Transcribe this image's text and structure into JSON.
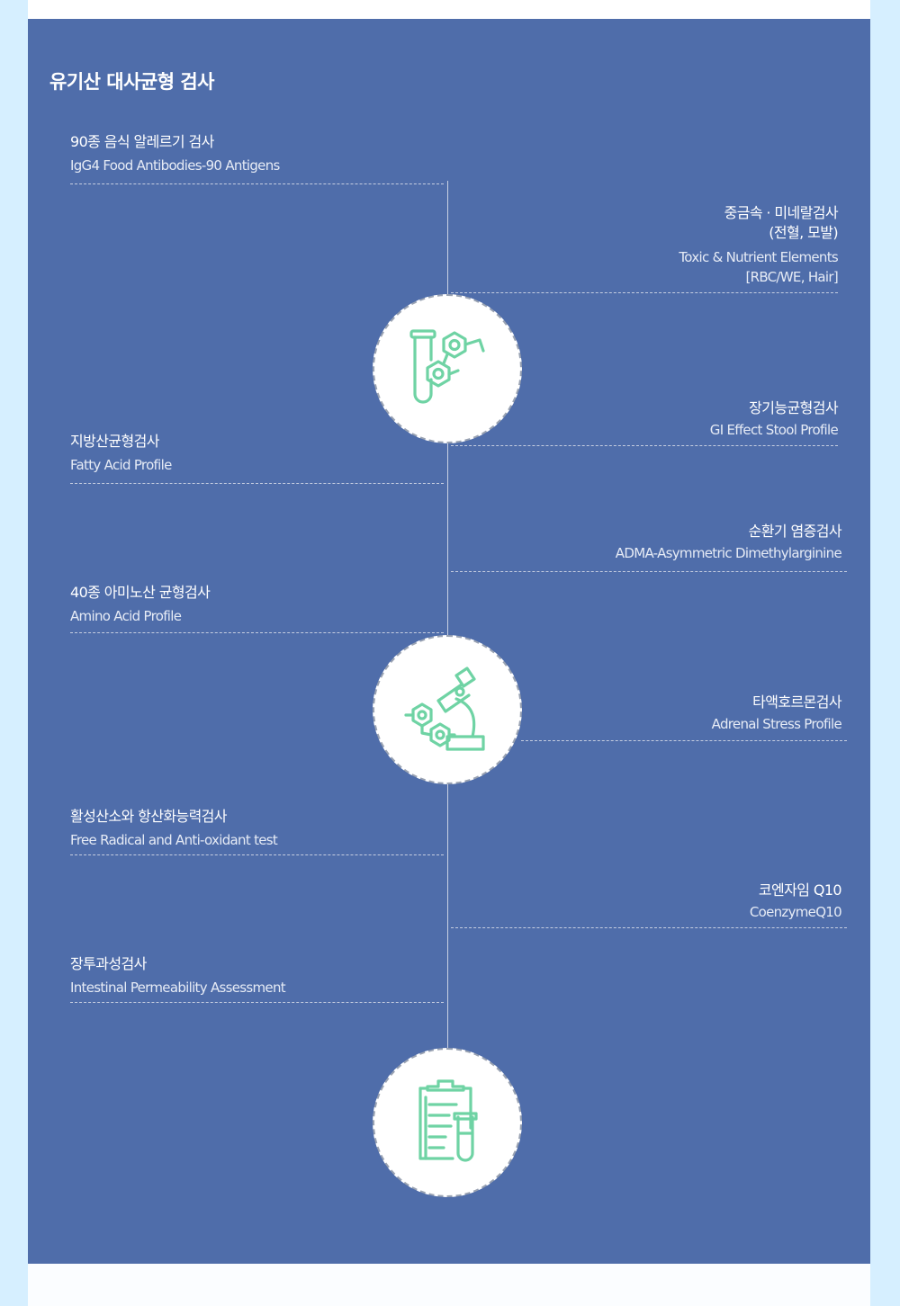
{
  "section_title": "유기산 대사균형 검사",
  "tests_left": [
    {
      "ko": "90종 음식 알레르기 검사",
      "en": "IgG4 Food Antibodies-90 Antigens"
    },
    {
      "ko": "지방산균형검사",
      "en": "Fatty Acid Profile"
    },
    {
      "ko": "40종 아미노산 균형검사",
      "en": "Amino Acid Profile"
    },
    {
      "ko": "활성산소와 항산화능력검사",
      "en": "Free Radical and Anti-oxidant test"
    },
    {
      "ko": "장투과성검사",
      "en": "Intestinal Permeability Assessment"
    }
  ],
  "tests_right": [
    {
      "ko_line1": "중금속 · 미네랄검사",
      "ko_line2": "(전혈, 모발)",
      "en_line1": "Toxic & Nutrient Elements",
      "en_line2": "[RBC/WE, Hair]"
    },
    {
      "ko": "장기능균형검사",
      "en": "GI Effect Stool Profile"
    },
    {
      "ko": "순환기 염증검사",
      "en": "ADMA-Asymmetric Dimethylarginine"
    },
    {
      "ko": "타액호르몬검사",
      "en": "Adrenal Stress Profile"
    },
    {
      "ko": "코엔자임 Q10",
      "en": "CoenzymeQ10"
    }
  ],
  "icons": [
    "test-tube-molecule-icon",
    "microscope-molecule-icon",
    "clipboard-test-tube-icon"
  ],
  "colors": {
    "panel": "#4f6daa",
    "icon_green": "#6fd3a4",
    "page_bg": "#d6efff"
  }
}
